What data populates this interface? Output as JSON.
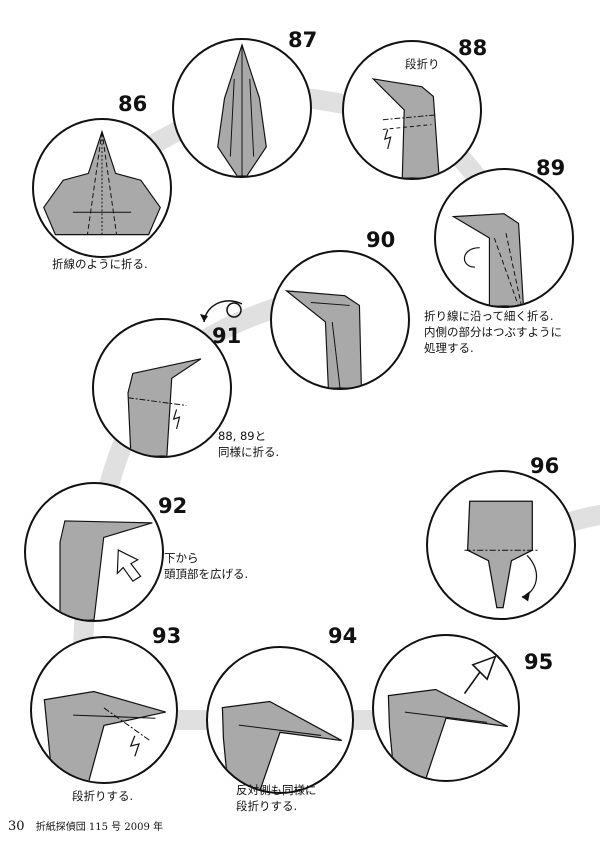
{
  "steps": [
    {
      "num": "86",
      "caption": [
        "折線のように折る."
      ]
    },
    {
      "num": "87",
      "caption": []
    },
    {
      "num": "88",
      "caption": [],
      "inline_label": "段折り"
    },
    {
      "num": "89",
      "caption": [
        "折り線に沿って細く折る.",
        "内側の部分はつぶすように",
        "処理する."
      ]
    },
    {
      "num": "90",
      "caption": []
    },
    {
      "num": "91",
      "caption": [
        "88, 89と",
        "同様に折る."
      ]
    },
    {
      "num": "92",
      "caption": [
        "下から",
        "頭頂部を広げる."
      ]
    },
    {
      "num": "93",
      "caption": [
        "段折りする."
      ]
    },
    {
      "num": "94",
      "caption": [
        "反対側も同様に",
        "段折りする."
      ]
    },
    {
      "num": "95",
      "caption": []
    },
    {
      "num": "96",
      "caption": []
    }
  ],
  "footer": {
    "page": "30",
    "publication": "折紙探偵団 115 号 2009 年"
  },
  "colors": {
    "paper": "#a9a9a9",
    "path": "#dcdcdc",
    "line": "#111111"
  }
}
